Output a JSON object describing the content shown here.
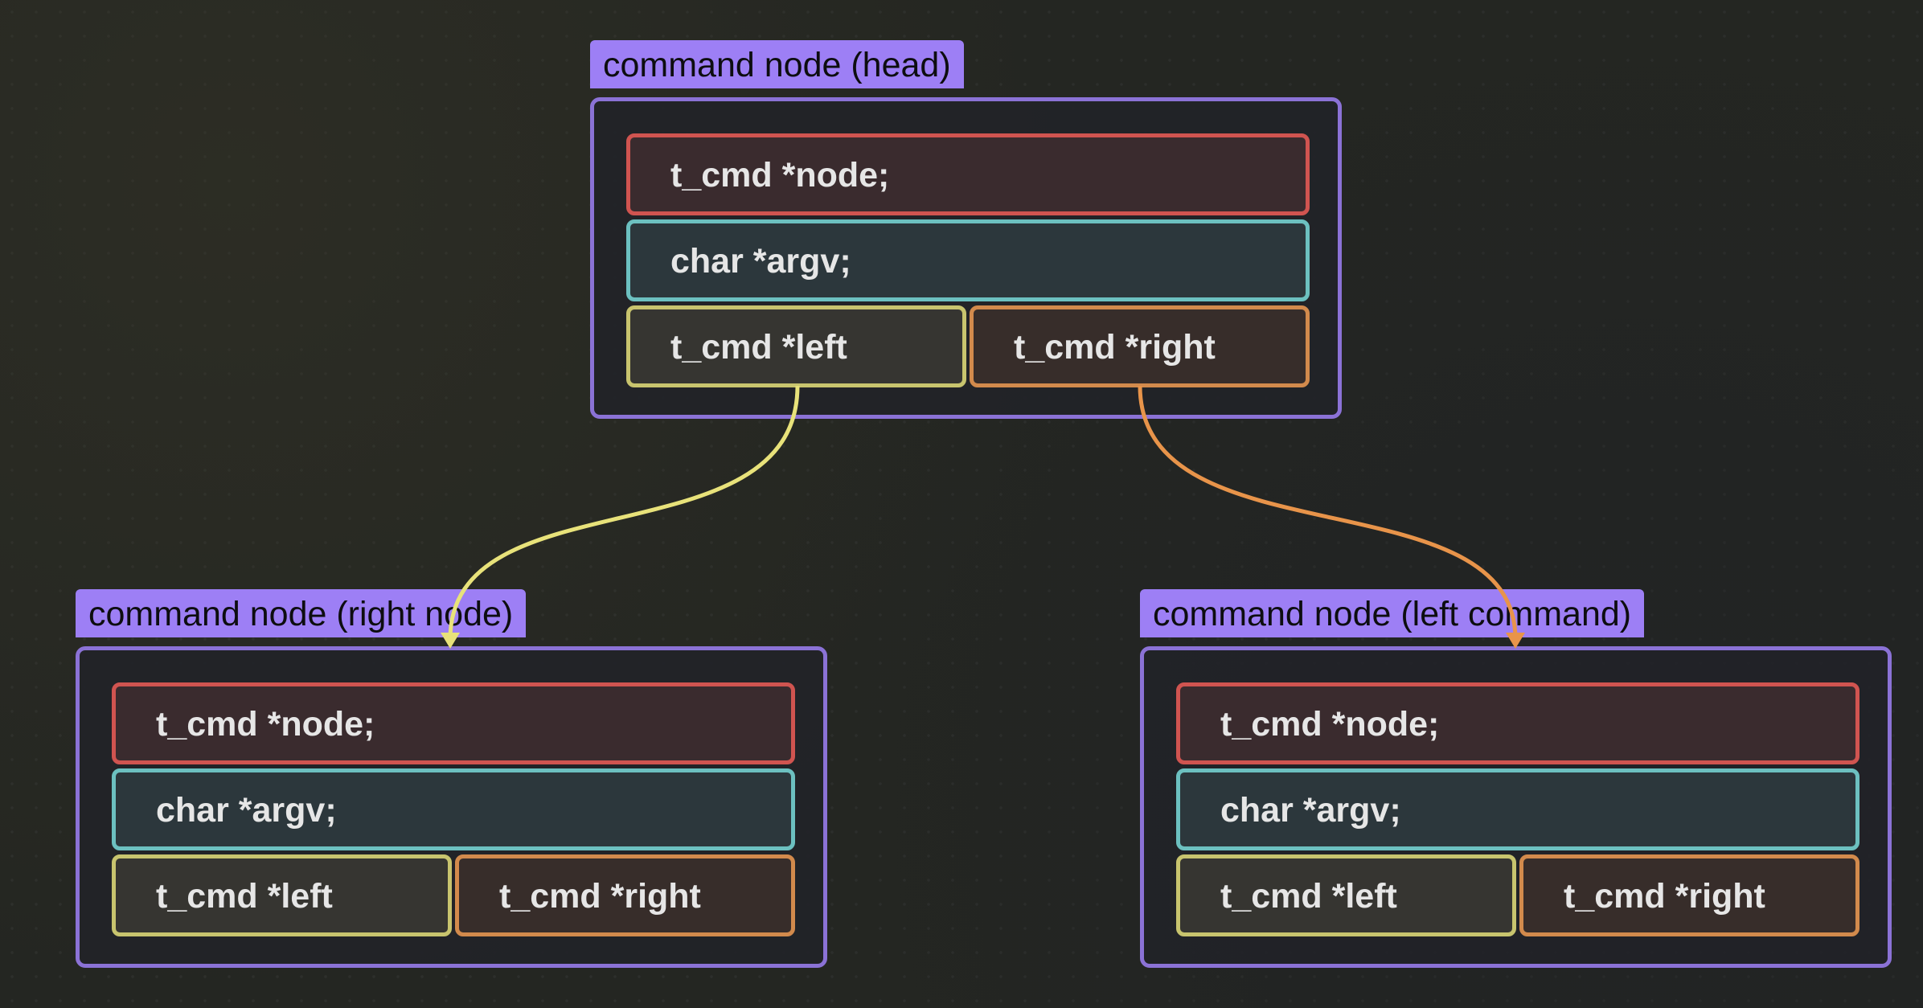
{
  "nodes": [
    {
      "title": "command node (head)",
      "fields": {
        "node": "t_cmd *node;",
        "argv": "char *argv;",
        "left": "t_cmd *left",
        "right": "t_cmd *right"
      }
    },
    {
      "title": "command node (right node)",
      "fields": {
        "node": "t_cmd *node;",
        "argv": "char *argv;",
        "left": "t_cmd *left",
        "right": "t_cmd *right"
      }
    },
    {
      "title": "command node (left command)",
      "fields": {
        "node": "t_cmd *node;",
        "argv": "char *argv;",
        "left": "t_cmd *left",
        "right": "t_cmd *right"
      }
    }
  ],
  "edges": [
    {
      "from": "head.left",
      "to": "right node",
      "color": "#e8e27a"
    },
    {
      "from": "head.right",
      "to": "left command",
      "color": "#e8944a"
    }
  ],
  "colors": {
    "title_bg": "#9d7ff5",
    "frame": "#8b72d6",
    "node_field": "#d05450",
    "argv_field": "#6cc0c0",
    "left_field": "#c8c46e",
    "right_field": "#d28a4c"
  }
}
